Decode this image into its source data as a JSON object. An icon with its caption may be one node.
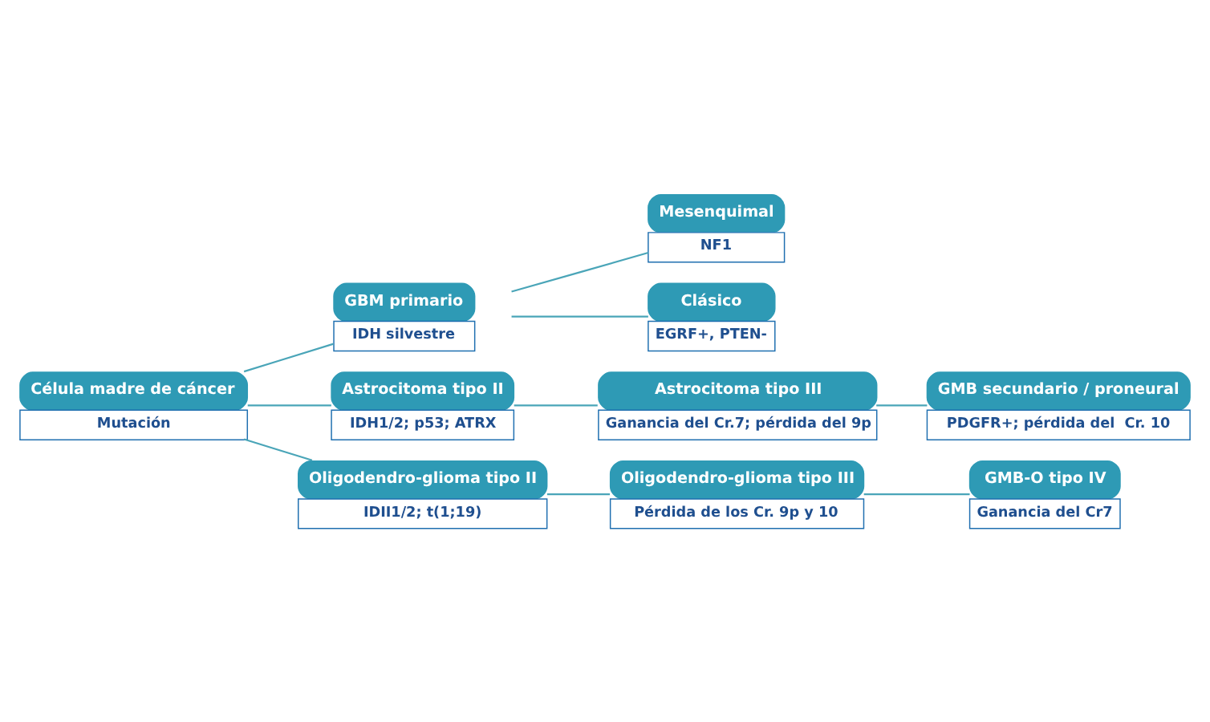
{
  "diagram": {
    "nodes": [
      {
        "text": [
          "Célula madre de cáncer",
          "Mutación"
        ]
      },
      {
        "text": [
          "GBM primario",
          "IDH silvestre"
        ]
      },
      {
        "text": [
          "Mesenquimal",
          "NF1"
        ]
      },
      {
        "text": [
          "Clásico",
          "EGRF+, PTEN-"
        ]
      },
      {
        "text": [
          "Astrocitoma tipo II",
          "IDH1/2; p53; ATRX"
        ]
      },
      {
        "text": [
          "Astrocitoma tipo III",
          "Ganancia del Cr.7; pérdida del 9p"
        ]
      },
      {
        "text": [
          "GMB secundario / proneural",
          "PDGFR+; pérdida del  Cr. 10"
        ]
      },
      {
        "text": [
          "Oligodendro-glioma tipo II",
          "IDII1/2; t(1;19)"
        ]
      },
      {
        "text": [
          "Oligodendro-glioma tipo III",
          "Pérdida de los Cr. 9p y 10"
        ]
      },
      {
        "text": [
          "GMB-O tipo IV",
          "Ganancia del Cr7"
        ]
      }
    ],
    "edges": [
      {
        "from": 0,
        "to": 1,
        "arrow": "none"
      },
      {
        "from": 0,
        "to": 4,
        "arrow": "none"
      },
      {
        "from": 0,
        "to": 7,
        "arrow": "none"
      },
      {
        "from": 1,
        "to": 2,
        "arrow": "none"
      },
      {
        "from": 1,
        "to": 3,
        "arrow": "none"
      },
      {
        "from": 4,
        "to": 5,
        "arrow": "none"
      },
      {
        "from": 5,
        "to": 6,
        "arrow": "none"
      },
      {
        "from": 7,
        "to": 8,
        "arrow": "none"
      },
      {
        "from": 8,
        "to": 9,
        "arrow": "none"
      }
    ]
  }
}
